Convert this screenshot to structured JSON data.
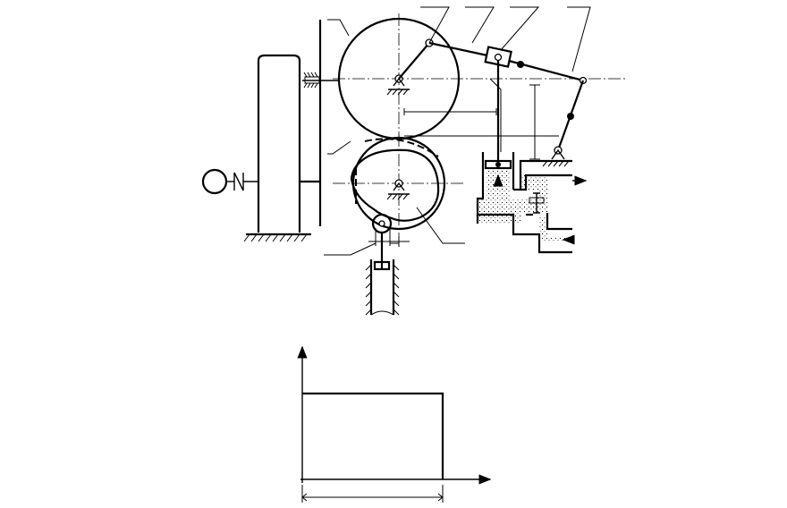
{
  "figure": {
    "colors": {
      "line": "#000000",
      "background": "#ffffff"
    }
  },
  "mechanism": {
    "components": [
      "motor-icon",
      "frame-column",
      "transmission-shaft",
      "spur-gear-upper",
      "spur-gear-lower",
      "crank",
      "coupler-link",
      "slider-block",
      "rocker-link",
      "push-rod",
      "pump-piston",
      "pump-cylinder",
      "disc-cam",
      "roller-follower",
      "follower-cylinder"
    ]
  },
  "graph": {
    "axes": 2,
    "curve": "step"
  }
}
